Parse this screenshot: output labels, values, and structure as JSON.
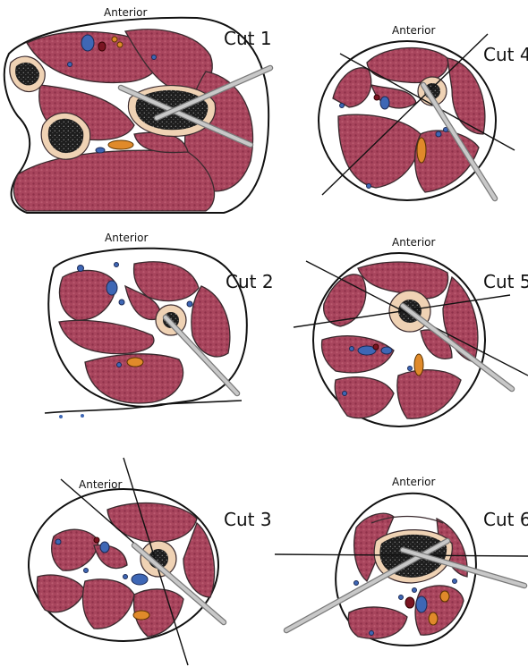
{
  "figure": {
    "panels": [
      {
        "cut": "Cut 1",
        "anterior": "Anterior"
      },
      {
        "cut": "Cut 4",
        "anterior": "Anterior"
      },
      {
        "cut": "Cut 2",
        "anterior": "Anterior"
      },
      {
        "cut": "Cut 5",
        "anterior": "Anterior"
      },
      {
        "cut": "Cut 3",
        "anterior": "Anterior"
      },
      {
        "cut": "Cut 6",
        "anterior": "Anterior"
      }
    ],
    "colors": {
      "muscle": "#a8455d",
      "muscle_stroke": "#3a2a2e",
      "bone_cortex": "#efd2b4",
      "bone_marrow": "#1d1d1d",
      "artery": "#7a1522",
      "vein": "#3e67b5",
      "nerve": "#e08a2a",
      "wire": "#b9b9b9"
    }
  }
}
